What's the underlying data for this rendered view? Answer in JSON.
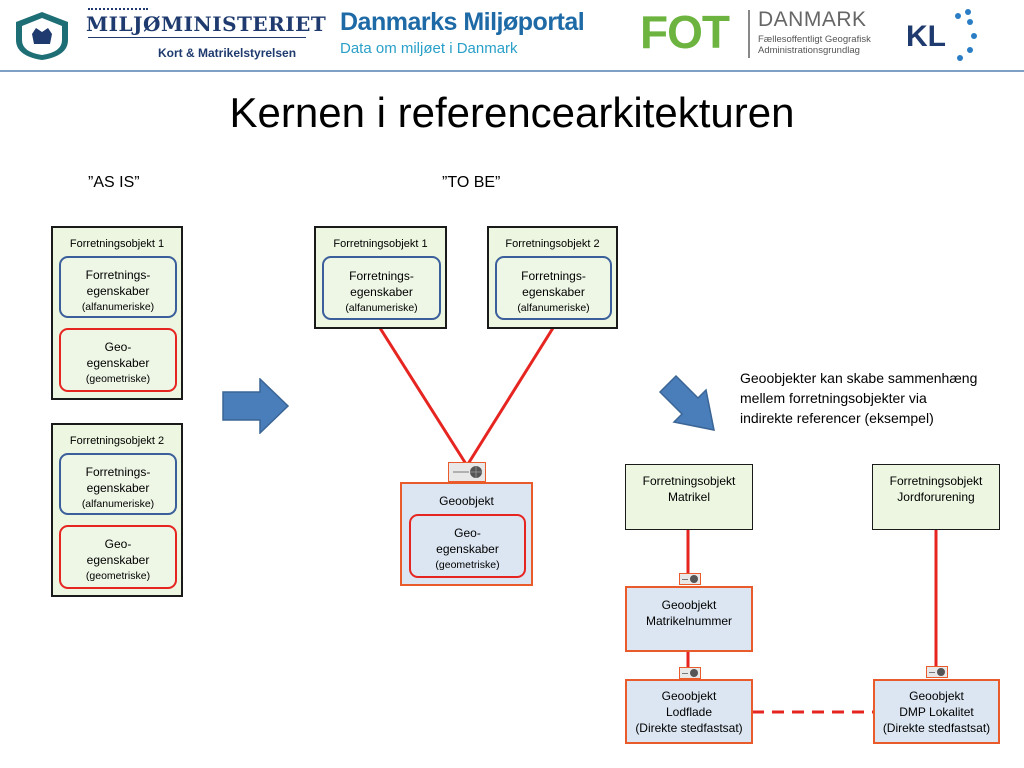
{
  "header": {
    "miljo_line1": "MILJØMINISTERIET",
    "miljo_line2": "Kort & Matrikelstyrelsen",
    "portal_title": "Danmarks Miljøportal",
    "portal_sub": "Data om miljøet i Danmark",
    "fot_logo": "FOT",
    "fot_danmark": "DANMARK",
    "fot_sub1": "Fællesoffentligt Geografisk",
    "fot_sub2": "Administrationsgrundlag",
    "kl_logo": "KL"
  },
  "title": "Kernen i referencearkitekturen",
  "as_is_label": "”AS IS”",
  "to_be_label": "”TO BE”",
  "asis": {
    "obj1_title": "Forretningsobjekt 1",
    "obj2_title": "Forretningsobjekt 2",
    "forr_l1": "Forretnings-",
    "forr_l2": "egenskaber",
    "forr_l3": "(alfanumeriske)",
    "geo_l1": "Geo-",
    "geo_l2": "egenskaber",
    "geo_l3": "(geometriske)"
  },
  "tobe": {
    "obj1_title": "Forretningsobjekt 1",
    "obj2_title": "Forretningsobjekt 2",
    "forr_l1": "Forretnings-",
    "forr_l2": "egenskaber",
    "forr_l3": "(alfanumeriske)",
    "geoobjekt": "Geoobjekt",
    "geo_l1": "Geo-",
    "geo_l2": "egenskaber",
    "geo_l3": "(geometriske)"
  },
  "note": {
    "line1": "Geoobjekter kan skabe sammenhæng",
    "line2": "mellem forretningsobjekter via",
    "line3": "indirekte referencer (eksempel)"
  },
  "example": {
    "matrikel_l1": "Forretningsobjekt",
    "matrikel_l2": "Matrikel",
    "jord_l1": "Forretningsobjekt",
    "jord_l2": "Jordforurening",
    "mnr_l1": "Geoobjekt",
    "mnr_l2": "Matrikelnummer",
    "lod_l1": "Geoobjekt",
    "lod_l2": "Lodflade",
    "lod_l3": "(Direkte stedfastsat)",
    "dmp_l1": "Geoobjekt",
    "dmp_l2": "DMP Lokalitet",
    "dmp_l3": "(Direkte stedfastsat)"
  },
  "colors": {
    "business_fill": "#ecf6e0",
    "geo_fill": "#dce6f2",
    "red_line": "#e62521",
    "blue_border": "#3b5f9a",
    "arrow_fill": "#4a7ebb"
  }
}
